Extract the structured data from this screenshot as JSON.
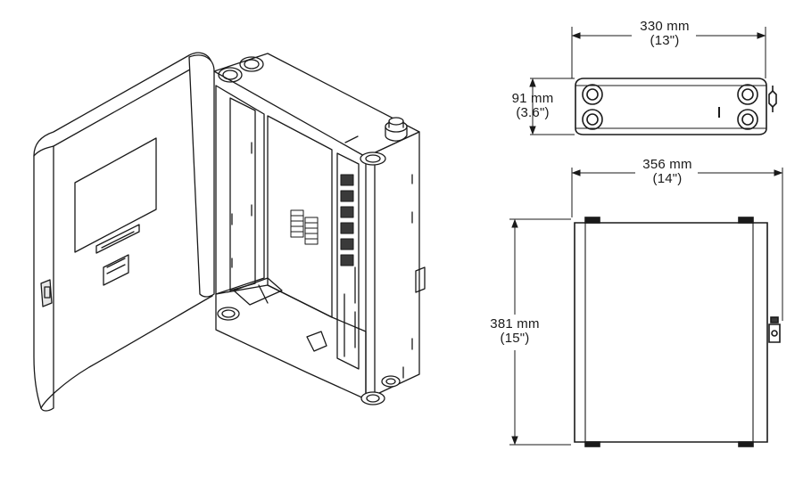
{
  "top_view": {
    "width_metric": "330 mm",
    "width_imperial": "(13\")",
    "depth_metric": "91 mm",
    "depth_imperial": "(3.6\")"
  },
  "front_view": {
    "width_metric": "356 mm",
    "width_imperial": "(14\")",
    "height_metric": "381 mm",
    "height_imperial": "(15\")"
  },
  "colors": {
    "line": "#1a1a1a",
    "background": "#ffffff"
  }
}
